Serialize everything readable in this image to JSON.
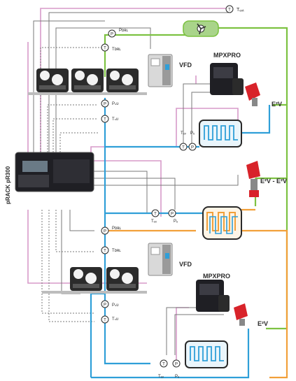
{
  "controller": {
    "label": "pRACK pR300"
  },
  "drives": {
    "upper": "VFD",
    "lower": "VFD"
  },
  "valve_controllers": {
    "upper": "MPXPRO",
    "lower": "MPXPRO"
  },
  "valves": {
    "upper": "E²V",
    "middle": "E²V - E²V",
    "lower": "E²V"
  },
  "sensors": {
    "t_ext": "Tₑₓₜ",
    "p_dis": "Pᴅʀʟ",
    "t_dis": "Tᴅʀʟ",
    "p_suc_upper": "Pₛᴜ",
    "t_suc_upper": "Tₛᴜ",
    "t_ev_upper": "Tₑᵥ",
    "p_ev_upper": "Pₑ",
    "t_ex_middle": "Tₑₓ",
    "p_ex_middle": "Pₑ",
    "p_dis_lower": "Pᴅʀʟ",
    "t_dis_lower": "Tᴅʀʟ",
    "p_suc_lower": "Pₛᴜ",
    "t_suc_lower": "Tₛᴜ",
    "t_ev_lower": "Tₑᵥ",
    "p_ev_lower": "Pₑ"
  },
  "sensor_glyphs": {
    "temperature": "T",
    "pressure": "P"
  },
  "colors": {
    "green": "#7dc242",
    "blue": "#2f9fd8",
    "orange": "#f2a03a",
    "pink": "#d79ac9",
    "gray": "#7a7a7a",
    "dark": "#2a2a2a",
    "red": "#d8232a"
  }
}
